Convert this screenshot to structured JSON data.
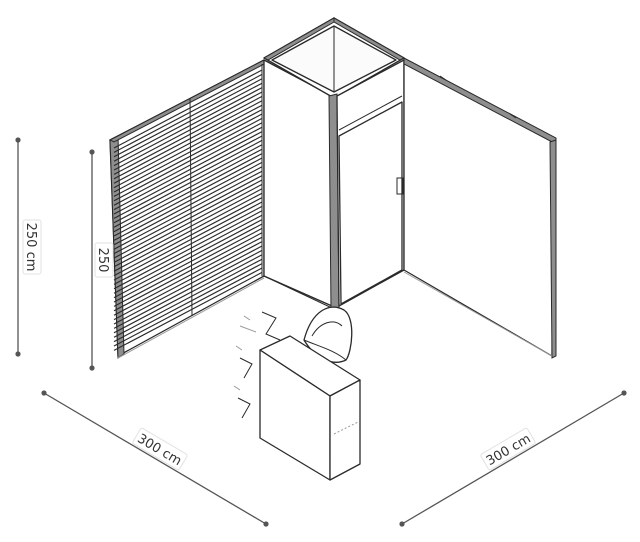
{
  "dimensions": {
    "height_outer": "250 cm",
    "height_inner": "250",
    "width_left": "300 cm",
    "width_right": "300 cm"
  },
  "colors": {
    "line": "#2a2a2a",
    "dimension": "#555555",
    "panel_edge": "#8e8e8e"
  }
}
